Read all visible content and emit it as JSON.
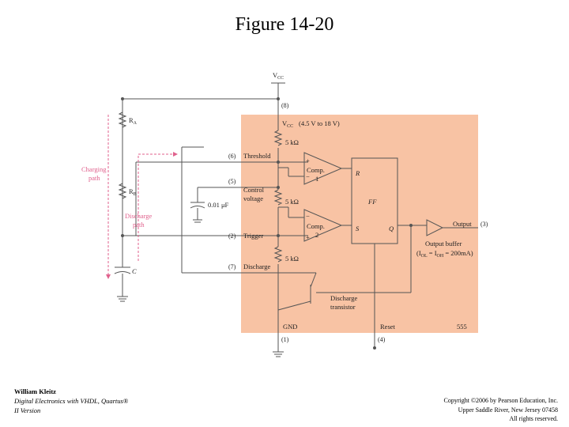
{
  "title": "Figure 14-20",
  "footer": {
    "author": "William Kleitz",
    "book_line1": "Digital Electronics with VHDL, Quartus®",
    "book_line2": "II Version",
    "copyright_line1": "Copyright ©2006 by Pearson Education, Inc.",
    "copyright_line2": "Upper Saddle River, New Jersey 07458",
    "copyright_line3": "All rights reserved."
  },
  "colors": {
    "ic_fill": "#f8c3a4",
    "wire": "#555555",
    "path_pink": "#e0618d"
  },
  "circuit": {
    "vcc_top": "V",
    "vcc_top_sub": "CC",
    "vcc_inside": "V",
    "vcc_inside_sub": "CC",
    "vcc_range": "(4.5 V to 18 V)",
    "pins": {
      "p8": "(8)",
      "p6": "(6)",
      "p5": "(5)",
      "p2": "(2)",
      "p7": "(7)",
      "p1": "(1)",
      "p4": "(4)",
      "p3": "(3)"
    },
    "pin_names": {
      "threshold": "Threshold",
      "control1": "Control",
      "control2": "voltage",
      "trigger": "Trigger",
      "discharge": "Discharge",
      "gnd": "GND",
      "reset": "Reset",
      "output": "Output"
    },
    "resistors": {
      "r1": "5 kΩ",
      "r2": "5 kΩ",
      "r3": "5 kΩ"
    },
    "ext_ra": "R",
    "ext_ra_sub": "A",
    "ext_rb": "R",
    "ext_rb_sub": "B",
    "ext_c": "C",
    "cap_value": "0.01 μF",
    "comp1": {
      "line1": "Comp.",
      "line2": "1"
    },
    "comp2": {
      "line1": "Comp.",
      "line2": "2"
    },
    "plus": "+",
    "minus": "−",
    "ff": {
      "r": "R",
      "s": "S",
      "ff": "FF",
      "q": "Q"
    },
    "output_buffer": "Output buffer",
    "buffer_spec_open": "(I",
    "buffer_spec_iol": "OL",
    "buffer_spec_mid": " = I",
    "buffer_spec_ioh": "OH",
    "buffer_spec_close": " = 200mA)",
    "discharge_transistor1": "Discharge",
    "discharge_transistor2": "transistor",
    "chip_number": "555",
    "charging_path1": "Charging",
    "charging_path2": "path",
    "discharge_path1": "Discharge",
    "discharge_path2": "path"
  }
}
